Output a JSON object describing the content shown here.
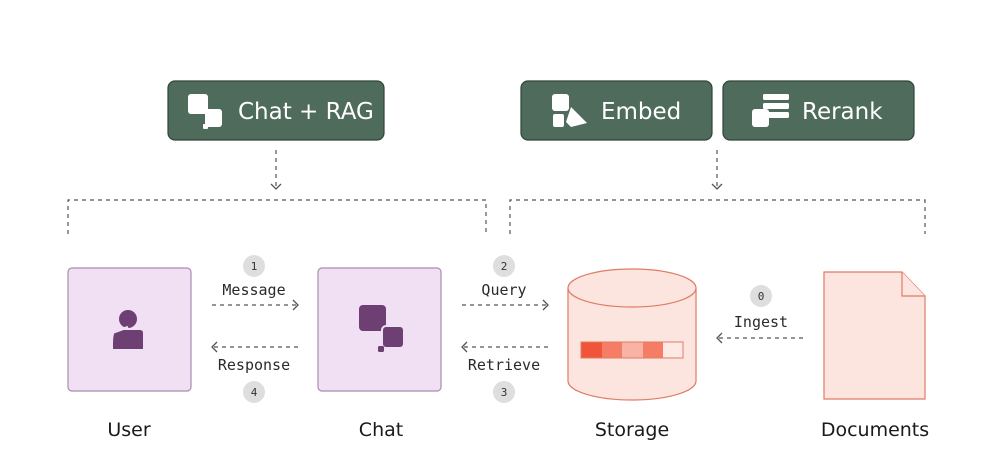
{
  "services": [
    {
      "label": "Chat + RAG",
      "icon": "chat-bubbles-icon"
    },
    {
      "label": "Embed",
      "icon": "embed-shapes-icon"
    },
    {
      "label": "Rerank",
      "icon": "rerank-stack-icon"
    }
  ],
  "nodes": {
    "user": {
      "label": "User",
      "icon": "person-icon"
    },
    "chat": {
      "label": "Chat",
      "icon": "chat-bubbles-icon"
    },
    "storage": {
      "label": "Storage",
      "icon": "database-icon"
    },
    "documents": {
      "label": "Documents",
      "icon": "document-icon"
    }
  },
  "edges": [
    {
      "step": "1",
      "label": "Message"
    },
    {
      "step": "2",
      "label": "Query"
    },
    {
      "step": "3",
      "label": "Retrieve"
    },
    {
      "step": "4",
      "label": "Response"
    },
    {
      "step": "0",
      "label": "Ingest"
    }
  ],
  "colors": {
    "service_fill": "#4f6b5b",
    "service_border": "#2f4538",
    "node_fill": "#f1dff3",
    "node_border": "#a98cb0",
    "node_icon": "#6e3f72",
    "storage_fill": "#fde5df",
    "storage_border": "#e07b66",
    "badge_fill": "#dedede",
    "storage_bar": [
      "#f0553a",
      "#f57c65",
      "#f8b3a5",
      "#f57c65",
      "#f0553a",
      "#fdeae5"
    ]
  }
}
